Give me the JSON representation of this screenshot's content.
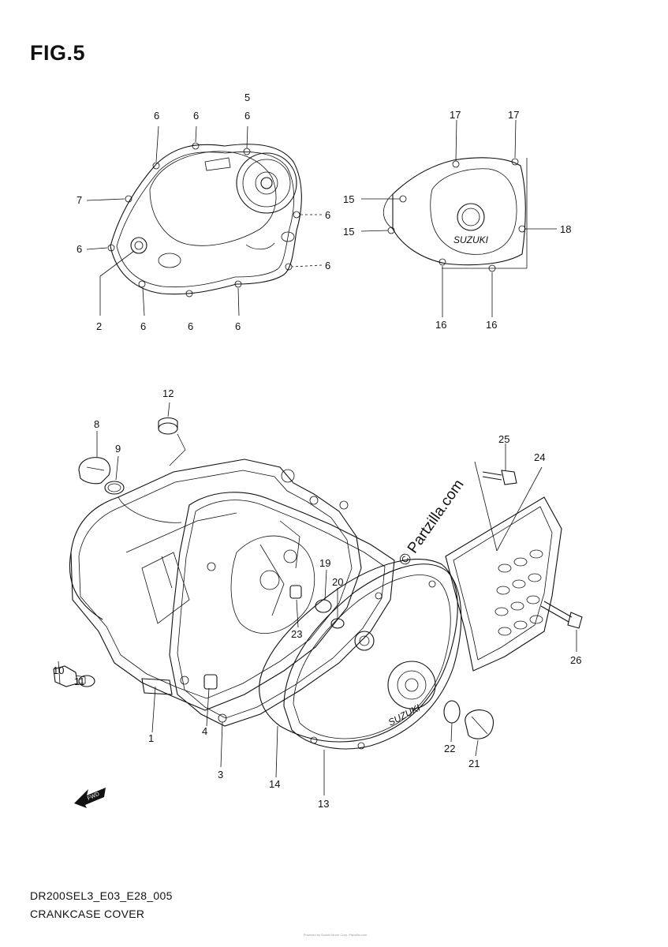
{
  "figure": {
    "title": "FIG.5",
    "model_code": "DR200SEL3_E03_E28_005",
    "caption": "CRANKCASE COVER",
    "footnote": "Powered by Suzuki Motor Corp. Partzilla.com",
    "watermark": "© Partzilla.com",
    "brand_mark": "SUZUKI",
    "direction_arrow_label": "FWD"
  },
  "callouts": {
    "p1": "1",
    "p2": "2",
    "p3": "3",
    "p4": "4",
    "p5": "5",
    "p6a": "6",
    "p6b": "6",
    "p6c": "6",
    "p6d": "6",
    "p6e": "6",
    "p6f": "6",
    "p6g": "6",
    "p6h": "6",
    "p6i": "6",
    "p7": "7",
    "p8": "8",
    "p9": "9",
    "p10": "10",
    "p11": "11",
    "p12": "12",
    "p13": "13",
    "p14": "14",
    "p15a": "15",
    "p15b": "15",
    "p16a": "16",
    "p16b": "16",
    "p17a": "17",
    "p17b": "17",
    "p18": "18",
    "p19": "19",
    "p20": "20",
    "p21": "21",
    "p22": "22",
    "p23": "23",
    "p24": "24",
    "p25": "25",
    "p26": "26"
  }
}
